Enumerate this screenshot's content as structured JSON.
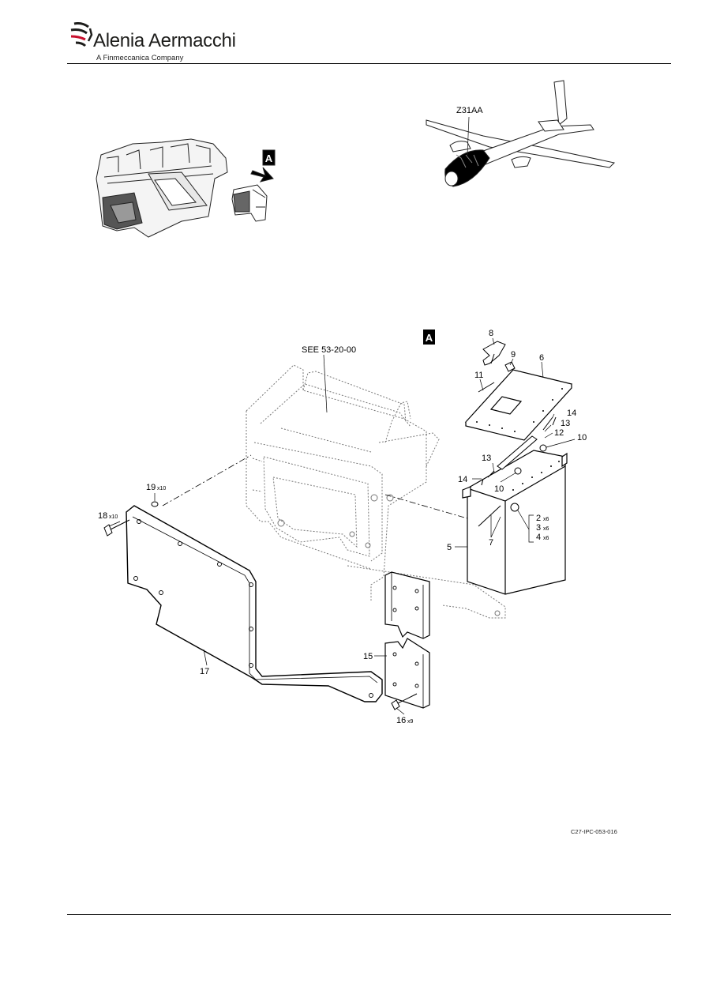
{
  "header": {
    "company": "Alenia Aermacchi",
    "subtitle": "A Finmeccanica Company"
  },
  "locator": {
    "zone": "Z31AA",
    "view": "A"
  },
  "figure": {
    "view_flag": "A",
    "see_ref": "SEE 53-20-00",
    "callouts": [
      {
        "id": "c8",
        "label": "8",
        "qty": ""
      },
      {
        "id": "c9",
        "label": "9",
        "qty": ""
      },
      {
        "id": "c6",
        "label": "6",
        "qty": ""
      },
      {
        "id": "c11",
        "label": "11",
        "qty": ""
      },
      {
        "id": "c14a",
        "label": "14",
        "qty": ""
      },
      {
        "id": "c13a",
        "label": "13",
        "qty": ""
      },
      {
        "id": "c12",
        "label": "12",
        "qty": ""
      },
      {
        "id": "c10a",
        "label": "10",
        "qty": ""
      },
      {
        "id": "c13b",
        "label": "13",
        "qty": ""
      },
      {
        "id": "c14b",
        "label": "14",
        "qty": ""
      },
      {
        "id": "c10b",
        "label": "10",
        "qty": ""
      },
      {
        "id": "c2",
        "label": "2",
        "qty": "x6"
      },
      {
        "id": "c3",
        "label": "3",
        "qty": "x6"
      },
      {
        "id": "c4",
        "label": "4",
        "qty": "x6"
      },
      {
        "id": "c7",
        "label": "7",
        "qty": ""
      },
      {
        "id": "c5",
        "label": "5",
        "qty": ""
      },
      {
        "id": "c19",
        "label": "19",
        "qty": "x10"
      },
      {
        "id": "c18",
        "label": "18",
        "qty": "x10"
      },
      {
        "id": "c15",
        "label": "15",
        "qty": ""
      },
      {
        "id": "c17",
        "label": "17",
        "qty": ""
      },
      {
        "id": "c16",
        "label": "16",
        "qty": "x9"
      }
    ],
    "figure_id": "C27-IPC-053-016"
  }
}
